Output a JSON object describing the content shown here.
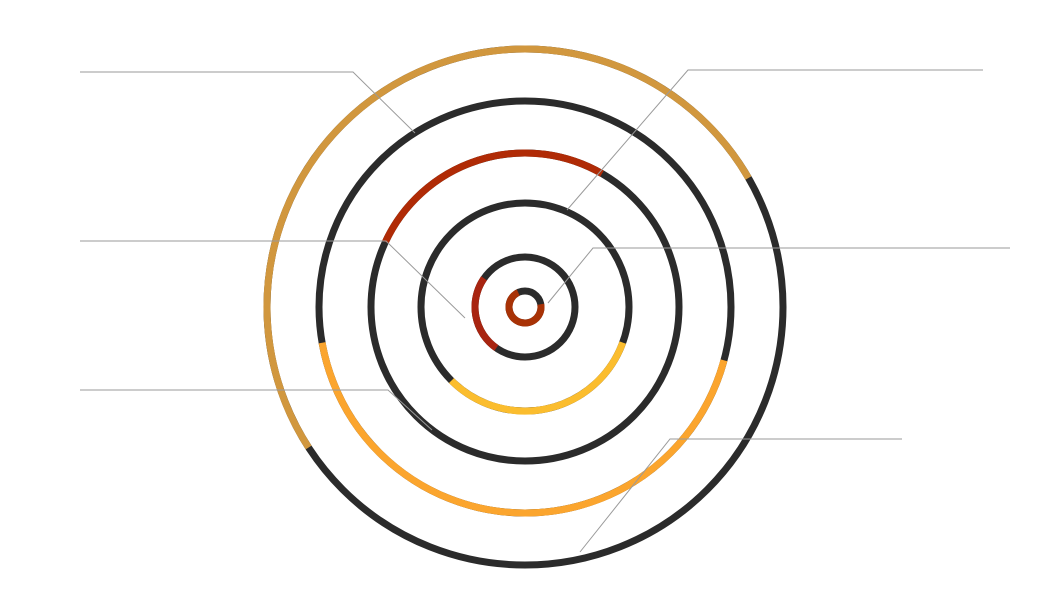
{
  "diagram": {
    "ring_color": "#2b2b2b",
    "leader_color": "#9a9a9a",
    "rings": [
      {
        "id": "ring-1",
        "highlight": {
          "color": "#a83206",
          "from_deg": -10,
          "to_deg": 245
        }
      },
      {
        "id": "ring-2",
        "highlight": {
          "color": "#a82410",
          "from_deg": 125,
          "to_deg": 215
        }
      },
      {
        "id": "ring-3",
        "highlight": {
          "color": "#fbbd2e",
          "from_deg": 20,
          "to_deg": 135
        }
      },
      {
        "id": "ring-4",
        "highlight": {
          "color": "#b02b06",
          "from_deg": 205,
          "to_deg": 300
        }
      },
      {
        "id": "ring-5",
        "highlight": {
          "color": "#fba52e",
          "from_deg": 15,
          "to_deg": 170
        }
      },
      {
        "id": "ring-6",
        "highlight": {
          "color": "#d1973e",
          "from_deg": 147,
          "to_deg": 330
        }
      }
    ],
    "callouts": [
      {
        "id": "callout-top-left"
      },
      {
        "id": "callout-middle-left"
      },
      {
        "id": "callout-lower-left"
      },
      {
        "id": "callout-top-right"
      },
      {
        "id": "callout-middle-right"
      },
      {
        "id": "callout-lower-right"
      }
    ]
  }
}
